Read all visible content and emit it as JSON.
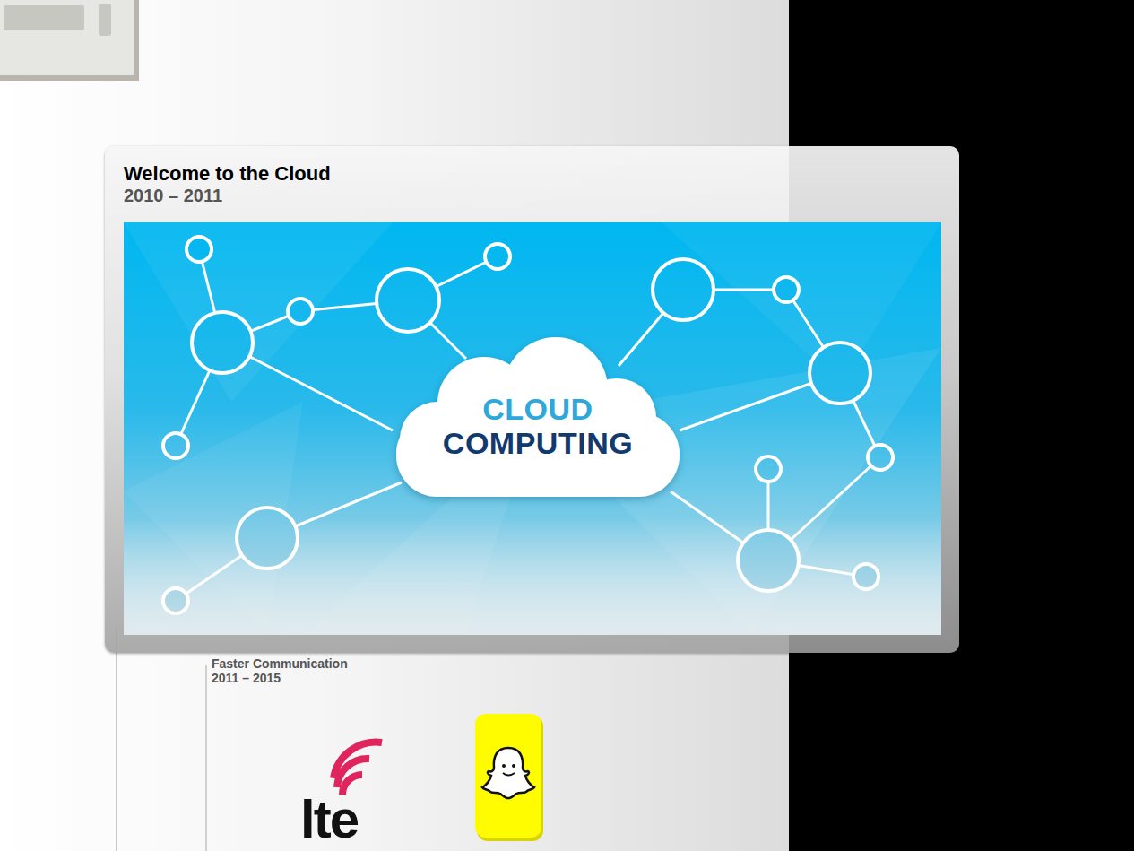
{
  "diagram": {
    "nodes": [
      {
        "text": [
          "Welcome to the Cloud",
          "2010 – 2011"
        ]
      },
      {
        "text": [
          "CLOUD COMPUTING"
        ],
        "in": 0
      },
      {
        "text": [
          "Faster Communication",
          "2011 – 2015"
        ]
      }
    ],
    "labels": [
      "lte"
    ]
  }
}
